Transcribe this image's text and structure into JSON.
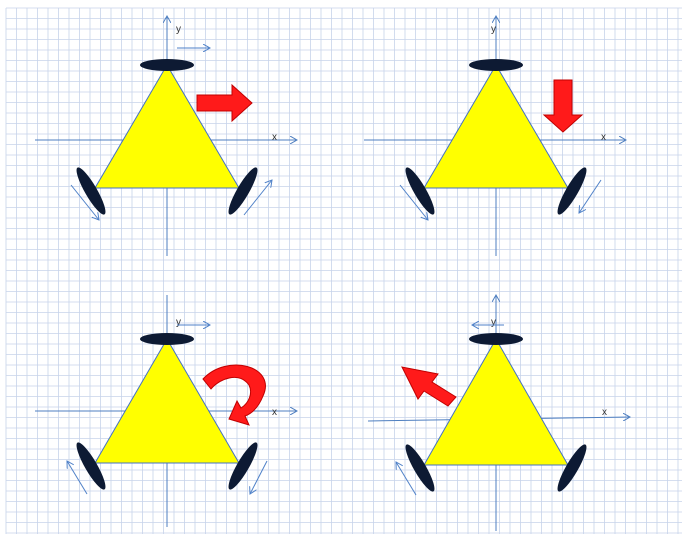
{
  "colors": {
    "grid": "#c7d3ea",
    "axis": "#4f7fc0",
    "triangle_fill": "#ffff00",
    "triangle_stroke": "#4472c4",
    "wheel": "#0d1a33",
    "motion_arrow": "#ff1a1a",
    "wheel_velocity_arrow": "#4f81c8"
  },
  "axes": {
    "x_label": "x",
    "y_label": "y"
  },
  "panels": [
    {
      "motion": "translate-right",
      "motion_icon": "arrow-right-icon"
    },
    {
      "motion": "translate-down",
      "motion_icon": "arrow-down-icon"
    },
    {
      "motion": "rotate-clockwise",
      "motion_icon": "curved-arrow-icon"
    },
    {
      "motion": "translate-up-left",
      "motion_icon": "arrow-up-left-icon"
    }
  ]
}
